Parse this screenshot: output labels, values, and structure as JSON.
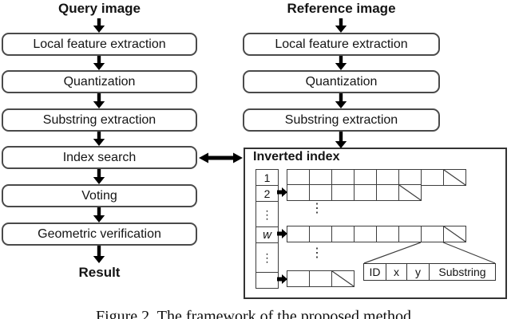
{
  "figure": {
    "caption": "Figure 2. The framework of the proposed method.",
    "colors": {
      "background": "#ffffff",
      "flowbox_border": "#4a4a4a",
      "grid_border": "#3d3d3d",
      "panel_border": "#333333",
      "arrow": "#000000",
      "text": "#141414"
    }
  },
  "query_pipeline": {
    "title": "Query image",
    "steps": [
      {
        "label": "Local feature extraction"
      },
      {
        "label": "Quantization"
      },
      {
        "label": "Substring extraction"
      },
      {
        "label": "Index search"
      },
      {
        "label": "Voting"
      },
      {
        "label": "Geometric verification"
      }
    ],
    "result_label": "Result"
  },
  "reference_pipeline": {
    "title": "Reference image",
    "steps": [
      {
        "label": "Local feature extraction"
      },
      {
        "label": "Quantization"
      },
      {
        "label": "Substring extraction"
      }
    ]
  },
  "inverted_index": {
    "title": "Inverted index",
    "row_labels": [
      "1",
      "2",
      "⋮",
      "w",
      "⋮",
      ""
    ],
    "ellipsis_glyph": "⋮",
    "list_rows": [
      {
        "for_label": "1",
        "cells": 8,
        "terminator": "diagonal"
      },
      {
        "for_label": "2",
        "cells": 6,
        "terminator": "diagonal"
      },
      {
        "for_label": "w",
        "cells": 8,
        "terminator": "diagonal"
      },
      {
        "for_label": "",
        "cells": 3,
        "terminator": "diagonal"
      }
    ],
    "entry_fields": [
      "ID",
      "x",
      "y",
      "Substring"
    ]
  }
}
